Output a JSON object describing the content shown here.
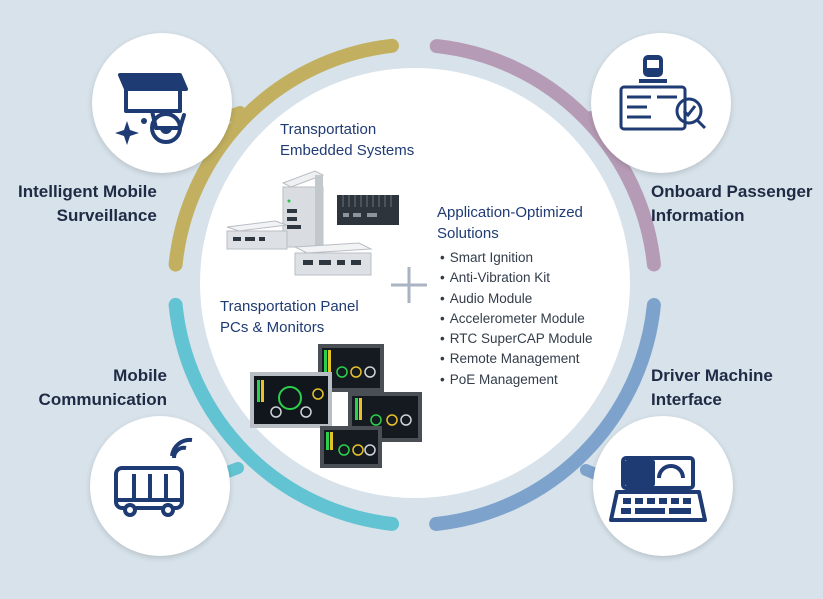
{
  "segments": {
    "surveillance": {
      "label_line1": "Intelligent Mobile",
      "label_line2": "Surveillance",
      "icon": "security-camera-icon",
      "color": "#c2b060"
    },
    "passenger_info": {
      "label_line1": "Onboard Passenger",
      "label_line2": "Information",
      "icon": "train-info-board-icon",
      "color": "#b59bb5"
    },
    "communication": {
      "label_line1": "Mobile",
      "label_line2": "Communication",
      "icon": "wireless-bus-icon",
      "color": "#62c3d2"
    },
    "driver_interface": {
      "label_line1": "Driver Machine",
      "label_line2": "Interface",
      "icon": "control-console-icon",
      "color": "#7da3cc"
    }
  },
  "center": {
    "embedded": {
      "line1": "Transportation",
      "line2": "Embedded Systems"
    },
    "panel": {
      "line1": "Transportation Panel",
      "line2": "PCs & Monitors"
    },
    "solutions": {
      "line1": "Application-Optimized",
      "line2": "Solutions",
      "items": [
        "Smart Ignition",
        "Anti-Vibration Kit",
        "Audio Module",
        "Accelerometer Module",
        "RTC SuperCAP Module",
        "Remote Management",
        "PoE Management"
      ]
    }
  },
  "colors": {
    "background": "#d7e2ea",
    "icon_navy": "#1f3b73",
    "text_dark": "#1f2a44",
    "accent_green": "#2bd14a"
  }
}
